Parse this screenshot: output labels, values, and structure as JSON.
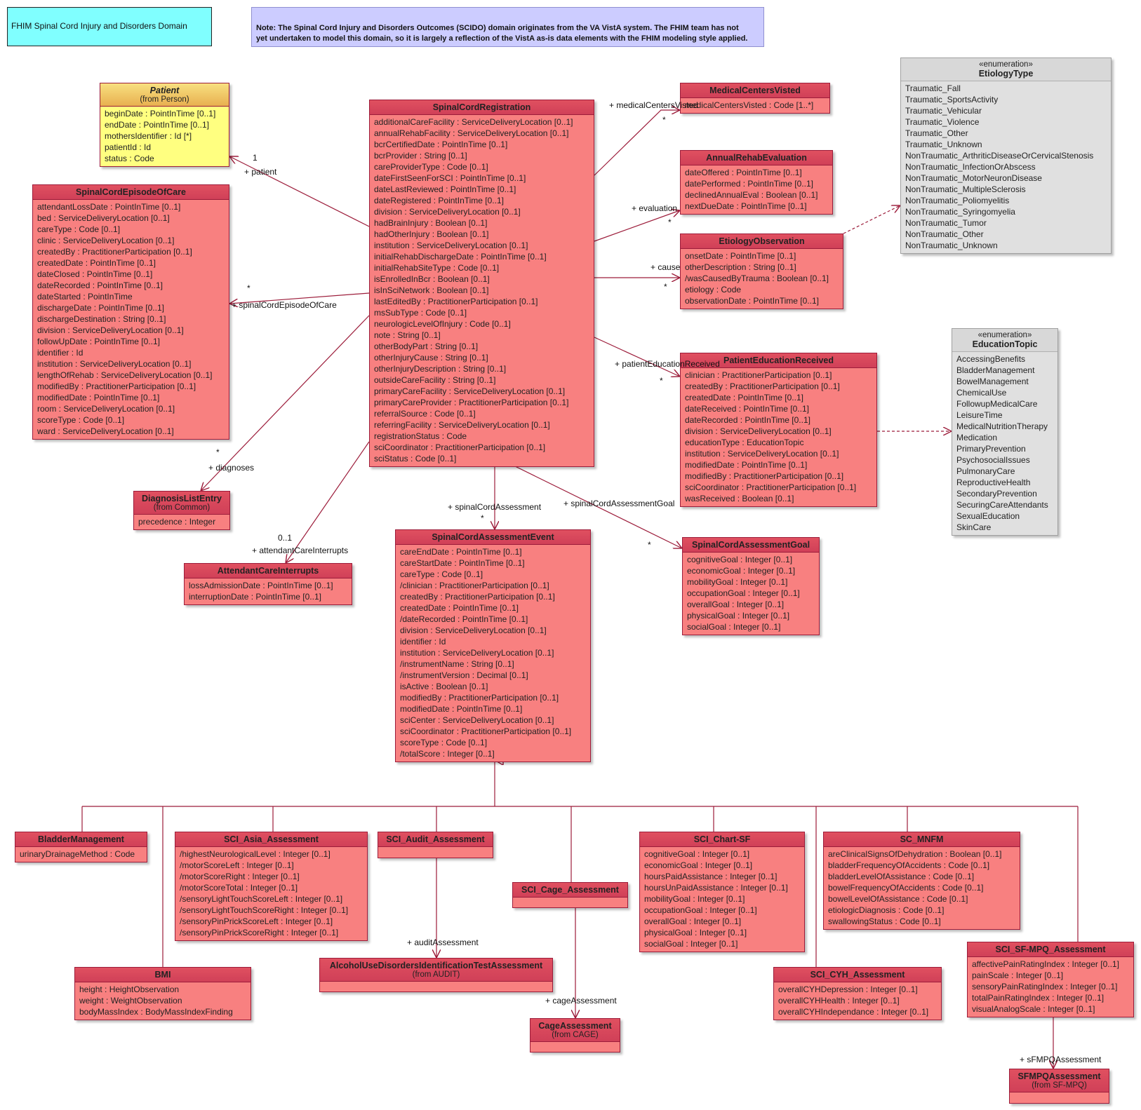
{
  "notes": {
    "title": "FHIM Spinal Cord Injury and Disorders Domain",
    "info_line1": "Note: The Spinal Cord Injury and Disorders Outcomes (SCIDO) domain originates from the VA VistA system. The FHIM team has not",
    "info_line2": "yet undertaken to model this domain, so it is largely a reflection of the VistA as-is data elements with the FHIM modeling style applied."
  },
  "classes": {
    "patient": {
      "name": "Patient",
      "from": "(from Person)",
      "attrs": [
        "beginDate : PointInTime [0..1]",
        "endDate : PointInTime [0..1]",
        "mothersIdentifier : Id [*]",
        "patientId : Id",
        "status : Code"
      ]
    },
    "registration": {
      "name": "SpinalCordRegistration",
      "attrs": [
        "additionalCareFacility : ServiceDeliveryLocation [0..1]",
        "annualRehabFacility : ServiceDeliveryLocation [0..1]",
        "bcrCertifiedDate : PointInTime [0..1]",
        "bcrProvider : String [0..1]",
        "careProviderType : Code [0..1]",
        "dateFirstSeenForSCI : PointInTime [0..1]",
        "dateLastReviewed : PointInTime [0..1]",
        "dateRegistered : PointInTime [0..1]",
        "division : ServiceDeliveryLocation [0..1]",
        "hadBrainInjury : Boolean [0..1]",
        "hadOtherInjury : Boolean [0..1]",
        "institution : ServiceDeliveryLocation [0..1]",
        "initialRehabDischargeDate : PointInTime [0..1]",
        "initialRehabSiteType : Code [0..1]",
        "isEnrolledInBcr : Boolean [0..1]",
        "isInSciNetwork : Boolean [0..1]",
        "lastEditedBy : PractitionerParticipation [0..1]",
        "msSubType : Code [0..1]",
        "neurologicLevelOfInjury : Code [0..1]",
        "note : String [0..1]",
        "otherBodyPart : String [0..1]",
        "otherInjuryCause : String [0..1]",
        "otherInjuryDescription : String [0..1]",
        "outsideCareFacility : String [0..1]",
        "primaryCareFacility : ServiceDeliveryLocation [0..1]",
        "primaryCareProvider : PractitionerParticipation [0..1]",
        "referralSource : Code [0..1]",
        "referringFacility : ServiceDeliveryLocation [0..1]",
        "registrationStatus : Code",
        "sciCoordinator : PractitionerParticipation [0..1]",
        "sciStatus : Code [0..1]"
      ]
    },
    "episode": {
      "name": "SpinalCordEpisodeOfCare",
      "attrs": [
        "attendantLossDate : PointInTime [0..1]",
        "bed : ServiceDeliveryLocation [0..1]",
        "careType : Code [0..1]",
        "clinic : ServiceDeliveryLocation [0..1]",
        "createdBy : PractitionerParticipation [0..1]",
        "createdDate : PointInTime [0..1]",
        "dateClosed : PointInTime [0..1]",
        "dateRecorded : PointInTime [0..1]",
        "dateStarted : PointInTime",
        "dischargeDate : PointInTime [0..1]",
        "dischargeDestination : String [0..1]",
        "division : ServiceDeliveryLocation [0..1]",
        "followUpDate : PointInTime [0..1]",
        "identifier : Id",
        "institution : ServiceDeliveryLocation [0..1]",
        "lengthOfRehab : ServiceDeliveryLocation [0..1]",
        "modifiedBy : PractitionerParticipation [0..1]",
        "modifiedDate : PointInTime [0..1]",
        "room : ServiceDeliveryLocation [0..1]",
        "scoreType : Code [0..1]",
        "ward : ServiceDeliveryLocation [0..1]"
      ]
    },
    "diagnosis": {
      "name": "DiagnosisListEntry",
      "from": "(from Common)",
      "attrs": [
        "precedence : Integer"
      ]
    },
    "attendant": {
      "name": "AttendantCareInterrupts",
      "attrs": [
        "lossAdmissionDate : PointInTime [0..1]",
        "interruptionDate : PointInTime [0..1]"
      ]
    },
    "medcenters": {
      "name": "MedicalCentersVisted",
      "attrs": [
        "medicalCentersVisted : Code [1..*]"
      ]
    },
    "annual": {
      "name": "AnnualRehabEvaluation",
      "attrs": [
        "dateOffered : PointInTime [0..1]",
        "datePerformed : PointInTime [0..1]",
        "declinedAnnualEval : Boolean [0..1]",
        "nextDueDate : PointInTime [0..1]"
      ]
    },
    "etiologyobs": {
      "name": "EtiologyObservation",
      "attrs": [
        "onsetDate : PointInTime [0..1]",
        "otherDescription : String [0..1]",
        "/wasCausedByTrauma : Boolean [0..1]",
        "etiology : Code",
        "observationDate : PointInTime [0..1]"
      ]
    },
    "education": {
      "name": "PatientEducationReceived",
      "attrs": [
        "clinician : PractitionerParticipation [0..1]",
        "createdBy : PractitionerParticipation [0..1]",
        "createdDate : PointInTime [0..1]",
        "dateReceived : PointInTime [0..1]",
        "dateRecorded : PointInTime [0..1]",
        "division : ServiceDeliveryLocation [0..1]",
        "educationType : EducationTopic",
        "institution : ServiceDeliveryLocation [0..1]",
        "modifiedDate : PointInTime [0..1]",
        "modifiedBy : PractitionerParticipation [0..1]",
        "sciCoordinator : PractitionerParticipation [0..1]",
        "wasReceived : Boolean [0..1]"
      ]
    },
    "goal": {
      "name": "SpinalCordAssessmentGoal",
      "attrs": [
        "cognitiveGoal : Integer [0..1]",
        "economicGoal : Integer [0..1]",
        "mobilityGoal : Integer [0..1]",
        "occupationGoal : Integer [0..1]",
        "overallGoal : Integer [0..1]",
        "physicalGoal : Integer [0..1]",
        "socialGoal : Integer [0..1]"
      ]
    },
    "event": {
      "name": "SpinalCordAssessmentEvent",
      "attrs": [
        "careEndDate : PointInTime [0..1]",
        "careStartDate : PointInTime [0..1]",
        "careType : Code [0..1]",
        "/clinician : PractitionerParticipation [0..1]",
        "createdBy : PractitionerParticipation [0..1]",
        "createdDate : PointInTime [0..1]",
        "/dateRecorded : PointInTime [0..1]",
        "division : ServiceDeliveryLocation [0..1]",
        "identifier : Id",
        "institution : ServiceDeliveryLocation [0..1]",
        "/instrumentName : String [0..1]",
        "/instrumentVersion : Decimal [0..1]",
        "isActive : Boolean [0..1]",
        "modifiedBy : PractitionerParticipation [0..1]",
        "modifiedDate : PointInTime [0..1]",
        "sciCenter : ServiceDeliveryLocation [0..1]",
        "sciCoordinator : PractitionerParticipation [0..1]",
        "scoreType : Code [0..1]",
        "/totalScore : Integer [0..1]"
      ]
    },
    "etiologytype": {
      "stereotype": "«enumeration»",
      "name": "EtiologyType",
      "attrs": [
        "Traumatic_Fall",
        "Traumatic_SportsActivity",
        "Traumatic_Vehicular",
        "Traumatic_Violence",
        "Traumatic_Other",
        "Traumatic_Unknown",
        "NonTraumatic_ArthriticDiseaseOrCervicalStenosis",
        "NonTraumatic_InfectionOrAbscess",
        "NonTraumatic_MotorNeuronDisease",
        "NonTraumatic_MultipleSclerosis",
        "NonTraumatic_Poliomyelitis",
        "NonTraumatic_Syringomyelia",
        "NonTraumatic_Tumor",
        "NonTraumatic_Other",
        "NonTraumatic_Unknown"
      ]
    },
    "educationtopic": {
      "stereotype": "«enumeration»",
      "name": "EducationTopic",
      "attrs": [
        "AccessingBenefits",
        "BladderManagement",
        "BowelManagement",
        "ChemicalUse",
        "FollowupMedicalCare",
        "LeisureTime",
        "MedicalNutritionTherapy",
        "Medication",
        "PrimaryPrevention",
        "PsychosocialIssues",
        "PulmonaryCare",
        "ReproductiveHealth",
        "SecondaryPrevention",
        "SecuringCareAttendants",
        "SexualEducation",
        "SkinCare"
      ]
    },
    "bladder": {
      "name": "BladderManagement",
      "attrs": [
        "urinaryDrainageMethod : Code"
      ]
    },
    "asia": {
      "name": "SCI_Asia_Assessment",
      "attrs": [
        "/highestNeurologicalLevel : Integer [0..1]",
        "/motorScoreLeft : Integer [0..1]",
        "/motorScoreRight : Integer [0..1]",
        "/motorScoreTotal : Integer [0..1]",
        "/sensoryLightTouchScoreLeft : Integer [0..1]",
        "/sensoryLightTouchScoreRight : Integer [0..1]",
        "/sensoryPinPrickScoreLeft : Integer [0..1]",
        "/sensoryPinPrickScoreRight : Integer [0..1]"
      ]
    },
    "audit": {
      "name": "SCI_Audit_Assessment",
      "attrs": []
    },
    "cage": {
      "name": "SCI_Cage_Assessment",
      "attrs": []
    },
    "chart": {
      "name": "SCI_Chart-SF",
      "attrs": [
        "cognitiveGoal : Integer [0..1]",
        "economicGoal : Integer [0..1]",
        "hoursPaidAssistance : Integer [0..1]",
        "hoursUnPaidAssistance : Integer [0..1]",
        "mobilityGoal : Integer [0..1]",
        "occupationGoal : Integer [0..1]",
        "overallGoal : Integer [0..1]",
        "physicalGoal : Integer [0..1]",
        "socialGoal : Integer [0..1]"
      ]
    },
    "mnfm": {
      "name": "SC_MNFM",
      "attrs": [
        "areClinicalSignsOfDehydration : Boolean [0..1]",
        "bladderFrequencyOfAccidents : Code [0..1]",
        "bladderLevelOfAssistance : Code [0..1]",
        "bowelFrequencyOfAccidents : Code [0..1]",
        "bowelLevelOfAssistance : Code [0..1]",
        "etiologicDiagnosis : Code [0..1]",
        "swallowingStatus : Code [0..1]"
      ]
    },
    "bmi": {
      "name": "BMI",
      "attrs": [
        "height : HeightObservation",
        "weight : WeightObservation",
        "bodyMassIndex : BodyMassIndexFinding"
      ]
    },
    "alcohol": {
      "name": "AlcoholUseDisordersIdentificationTestAssessment",
      "from": "(from AUDIT)",
      "attrs": []
    },
    "cageassess": {
      "name": "CageAssessment",
      "from": "(from CAGE)",
      "attrs": []
    },
    "cyh": {
      "name": "SCI_CYH_Assessment",
      "attrs": [
        "overallCYHDepression : Integer [0..1]",
        "overallCYHHealth : Integer [0..1]",
        "overallCYHIndependance : Integer [0..1]"
      ]
    },
    "sfmpq": {
      "name": "SCI_SF-MPQ_Assessment",
      "attrs": [
        "affectivePainRatingIndex : Integer [0..1]",
        "painScale : Integer [0..1]",
        "sensoryPainRatingIndex : Integer [0..1]",
        "totalPainRatingIndex : Integer [0..1]",
        "visualAnalogScale : Integer [0..1]"
      ]
    },
    "sfmpqassess": {
      "name": "SFMPQAssessment",
      "from": "(from SF-MPQ)",
      "attrs": []
    }
  },
  "labels": {
    "patient_role": "+ patient",
    "patient_mult": "1",
    "episode_role": "+ spinalCordEpisodeOfCare",
    "episode_mult": "*",
    "diagnoses_role": "+ diagnoses",
    "diagnoses_mult": "*",
    "attendant_role": "+ attendantCareInterrupts",
    "attendant_mult": "0..1",
    "medcenters_role": "+ medicalCentersVisted",
    "medcenters_mult": "*",
    "evaluation_role": "+ evaluation",
    "evaluation_mult": "*",
    "cause_role": "+ cause",
    "cause_mult": "*",
    "education_role": "+ patientEducationReceived",
    "education_mult": "*",
    "assessment_role": "+ spinalCordAssessment",
    "assessment_mult": "*",
    "goal_role": "+ spinalCordAssessmentGoal",
    "goal_mult": "*",
    "audit_role": "+ auditAssessment",
    "cage_role": "+ cageAssessment",
    "sfmpq_role": "+ sFMPQAssessment"
  },
  "colors": {
    "class_fill": "#f88080",
    "class_border": "#9c1c3a",
    "header_fill": "#d84860",
    "patient_fill": "#ffff80",
    "enum_fill": "#e0e0e0",
    "note_title_fill": "#80ffff",
    "note_info_fill": "#ccccff",
    "line": "#9c1c3a"
  }
}
